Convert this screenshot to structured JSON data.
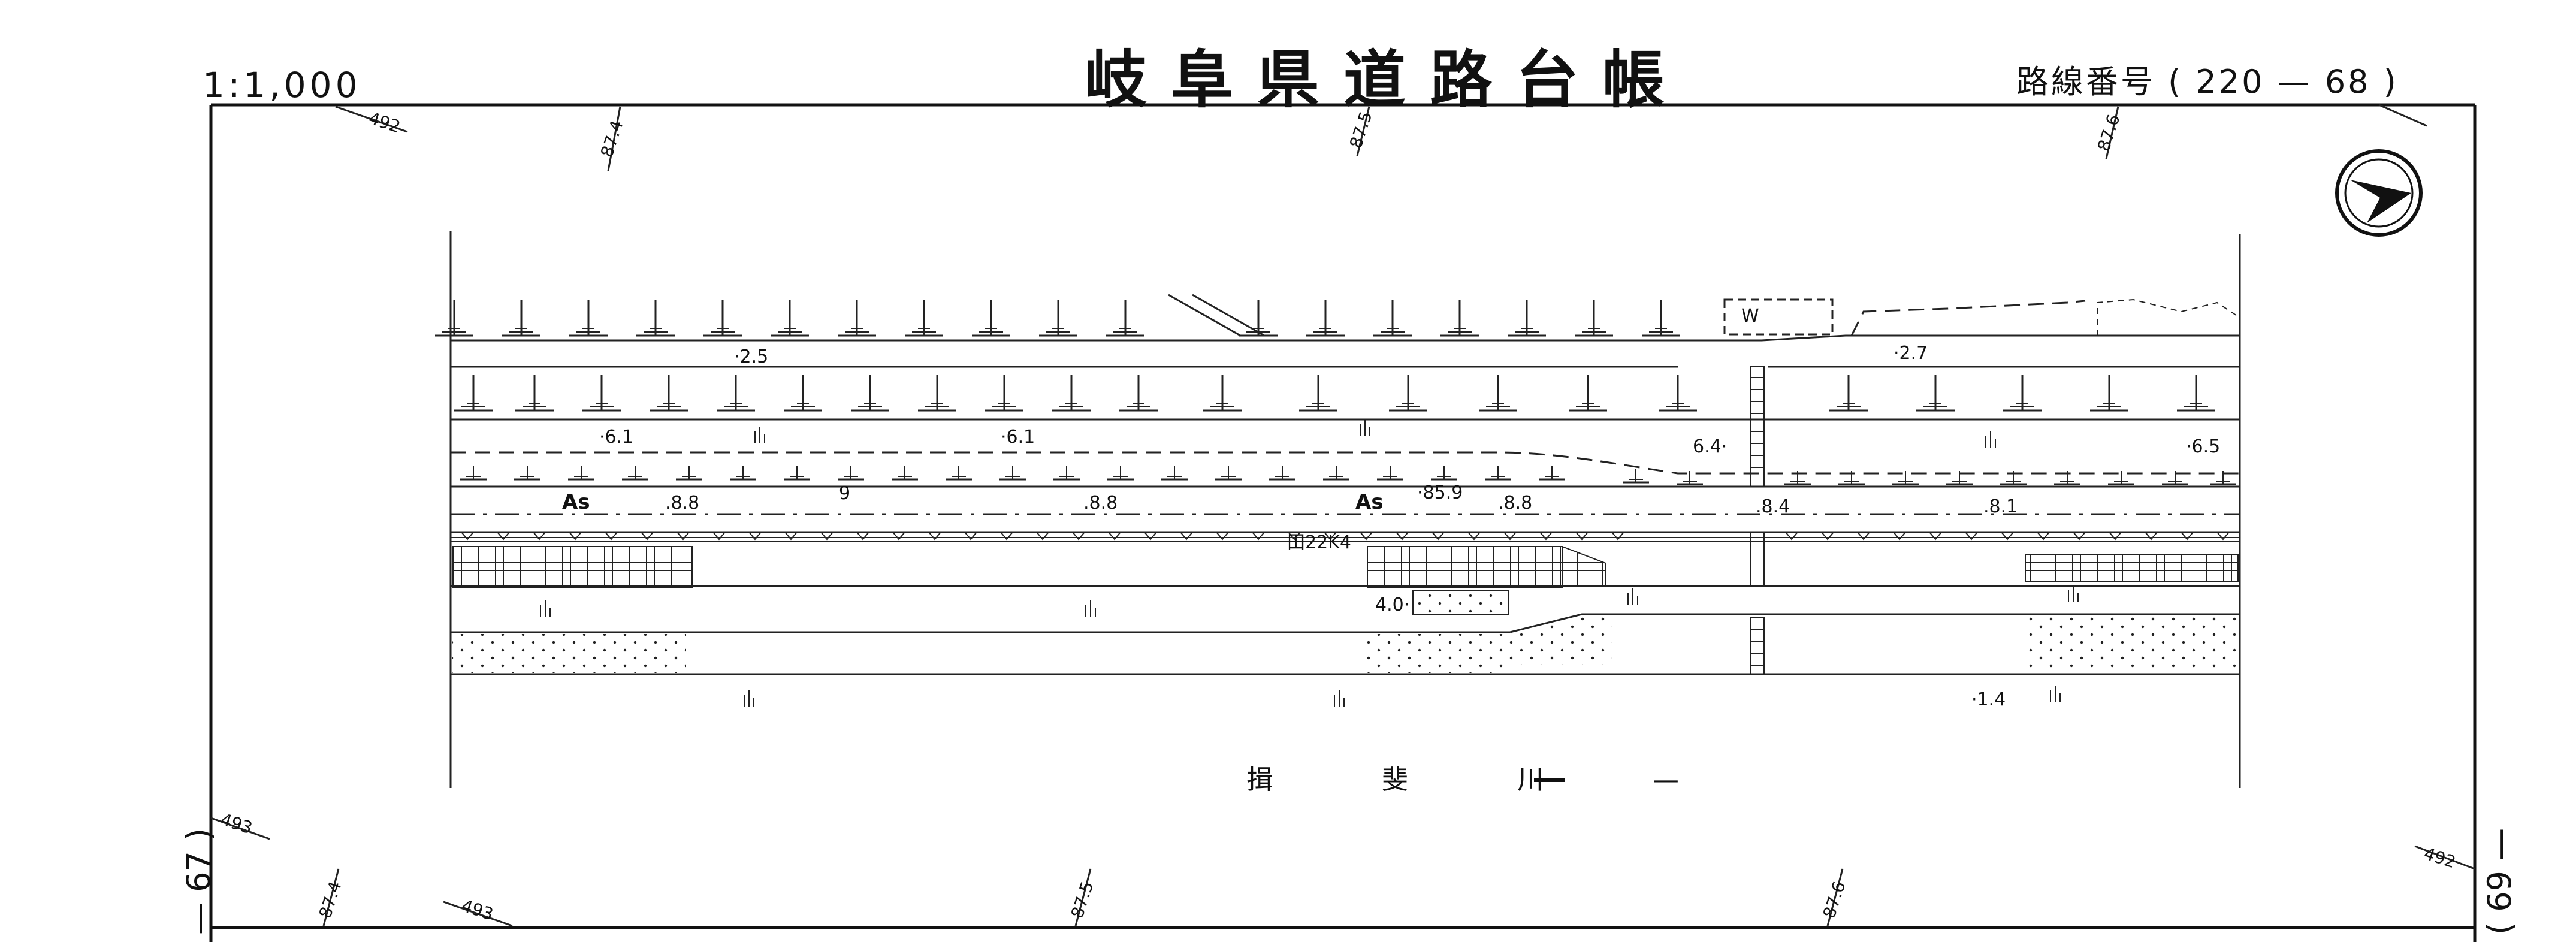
{
  "header": {
    "title": "岐阜県道路台帳",
    "scale": "1:1,000",
    "route_label": "路線番号",
    "route_open": "(",
    "route_number": "220 — 68",
    "route_close": ")"
  },
  "sheet_numbers": {
    "left": "— 67 )",
    "right": "( 69 —"
  },
  "grid_labels": {
    "top_left": "492",
    "top_a": "87.4",
    "top_b": "87.5",
    "top_c": "87.6",
    "left_upper": "493",
    "bottom_a": "87.4",
    "bottom_b": "493",
    "bottom_c": "87.5",
    "bottom_d": "87.6",
    "right_bottom": "492"
  },
  "map_labels": {
    "elev_2_5": "·2.5",
    "elev_2_7": "·2.7",
    "elev_6_1_a": "·6.1",
    "elev_6_1_b": "·6.1",
    "elev_6_4": "6.4·",
    "elev_6_5": "·6.5",
    "as_a": "As",
    "as_b": "As",
    "elev_8_8_a": ".8.8",
    "elev_8_8_b": ".8.8",
    "elev_8_8_c": ".8.8",
    "elev_8_4": ".8.4",
    "elev_8_1": ".8.1",
    "elev_85_9": "·85.9",
    "km_post": "田22K4",
    "elev_4_0": "4.0·",
    "elev_1_4": "·1.4",
    "box_w": "W",
    "num_9": "9",
    "river": "揖 斐 川 —"
  }
}
